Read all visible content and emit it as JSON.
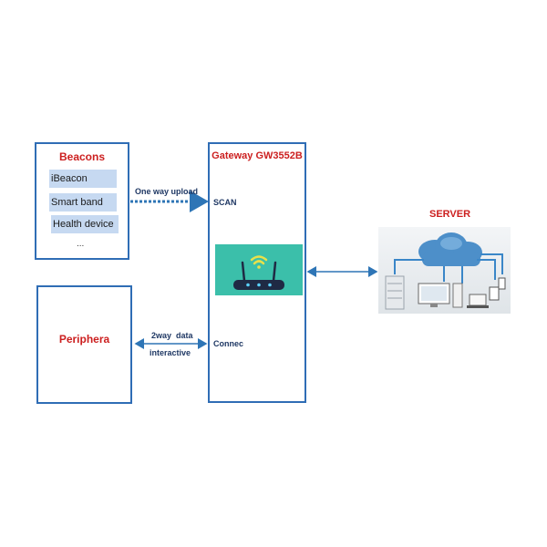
{
  "beacons": {
    "title": "Beacons",
    "items": [
      "iBeacon",
      "Smart band",
      "Health device"
    ],
    "ellipsis": "..."
  },
  "periphera": {
    "title": "Periphera"
  },
  "gateway": {
    "title": "Gateway GW3552B",
    "scan_label": "SCAN",
    "connec_label": "Connec"
  },
  "links": {
    "upload_label": "One way upload",
    "interactive_line1": "2way  data",
    "interactive_line2": "interactive"
  },
  "server": {
    "title": "SERVER"
  },
  "colors": {
    "border": "#2f6db5",
    "title_red": "#cc1f1f",
    "item_bg": "#c6d9f1",
    "router_bg": "#3bbfaa"
  }
}
